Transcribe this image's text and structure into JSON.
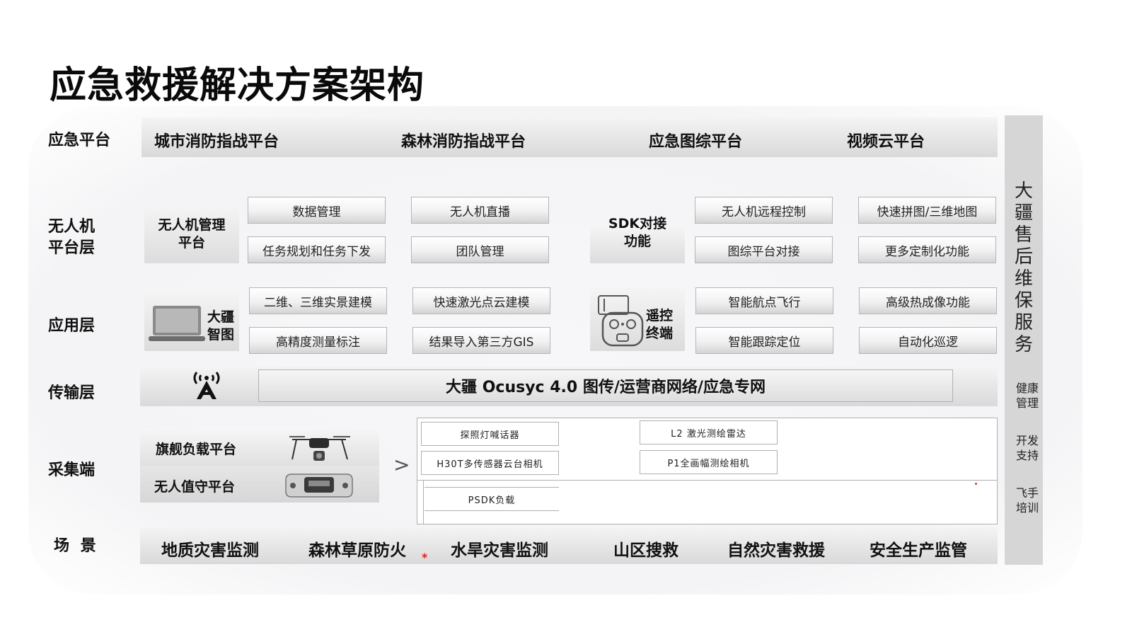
{
  "title": "应急救援解决方案架构",
  "layers": {
    "emergency": "应急平台",
    "drone_platform": "无人机\n平台层",
    "application": "应用层",
    "transmission": "传输层",
    "collection": "采集端",
    "scene": "场 景"
  },
  "emergency_platforms": [
    "城市消防指战平台",
    "森林消防指战平台",
    "应急图综平台",
    "视频云平台"
  ],
  "drone_platform": {
    "mgmt_title": "无人机管理\n平台",
    "mgmt_items": [
      "数据管理",
      "无人机直播",
      "任务规划和任务下发",
      "团队管理"
    ],
    "sdk_title": "SDK对接\n功能",
    "sdk_items": [
      "无人机远程控制",
      "快速拼图/三维地图",
      "图综平台对接",
      "更多定制化功能"
    ]
  },
  "application": {
    "terra_title": "大疆\n智图",
    "terra_items": [
      "二维、三维实景建模",
      "快速激光点云建模",
      "高精度测量标注",
      "结果导入第三方GIS"
    ],
    "rc_title": "遥控\n终端",
    "rc_items": [
      "智能航点飞行",
      "高级热成像功能",
      "智能跟踪定位",
      "自动化巡逻"
    ]
  },
  "transmission": {
    "network": "大疆 Ocusyc 4.0 图传/运营商网络/应急专网"
  },
  "collection": {
    "flagship": "旗舰负载平台",
    "dock": "无人值守平台",
    "arrow": ">",
    "payloads": [
      "探照灯喊话器",
      "L2 激光测绘雷达",
      "H30T多传感器云台相机",
      "P1全画幅测绘相机",
      "PSDK负载"
    ]
  },
  "scenes": [
    "地质灾害监测",
    "森林草原防火",
    "水旱灾害监测",
    "山区搜救",
    "自然灾害救援",
    "安全生产监管"
  ],
  "side": {
    "main": [
      "大",
      "疆",
      "售",
      "后",
      "维",
      "保",
      "服",
      "务"
    ],
    "health": "健康\n管理",
    "dev": "开发\n支持",
    "pilot": "飞手\n培训"
  },
  "marker": "*"
}
